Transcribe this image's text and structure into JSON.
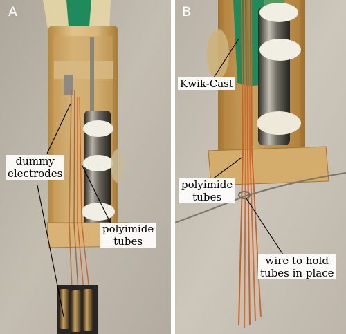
{
  "panels": [
    {
      "letter": "A",
      "labels": {
        "dummy_electrodes_line1": "dummy",
        "dummy_electrodes_line2": "electrodes",
        "polyimide_tubes_line1": "polyimide",
        "polyimide_tubes_line2": "tubes"
      }
    },
    {
      "letter": "B",
      "labels": {
        "kwik_cast": "Kwik-Cast",
        "polyimide_tubes_line1": "polyimide",
        "polyimide_tubes_line2": "tubes",
        "wire_line1": "wire to hold",
        "wire_line2": "tubes in place"
      }
    }
  ],
  "colors": {
    "background": "#ffffff",
    "frame": "#d8b77c",
    "kwik_cast": "#1f8a5c",
    "polyimide": "#c8642a",
    "spacer": "#f1eee4",
    "metal": "#4a4740"
  }
}
